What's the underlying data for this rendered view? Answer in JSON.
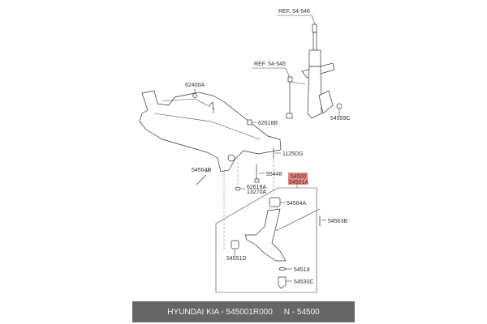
{
  "diagram": {
    "refs": [
      "REF. 54-546",
      "REF. 54-545"
    ],
    "labels": {
      "crossmember": "62400A",
      "nut_b": "62618B",
      "nut_strut": "54559C",
      "bolt_1125": "1125DG",
      "bolt_54564": "54564B",
      "bolt_55448": "55448",
      "washer": "62618A",
      "washer2": "13270A",
      "bushing_a": "54584A",
      "bolt_54563": "54563B",
      "bushing_d": "54551D",
      "clip": "54519",
      "ball_joint": "54530C"
    },
    "highlight": {
      "line1": "54500",
      "line2": "54501A",
      "color": "#f08080"
    }
  },
  "footer": {
    "brand": "HYUNDAI  KIA - 545001R000",
    "code": "N - 54500",
    "background": "#666666"
  }
}
